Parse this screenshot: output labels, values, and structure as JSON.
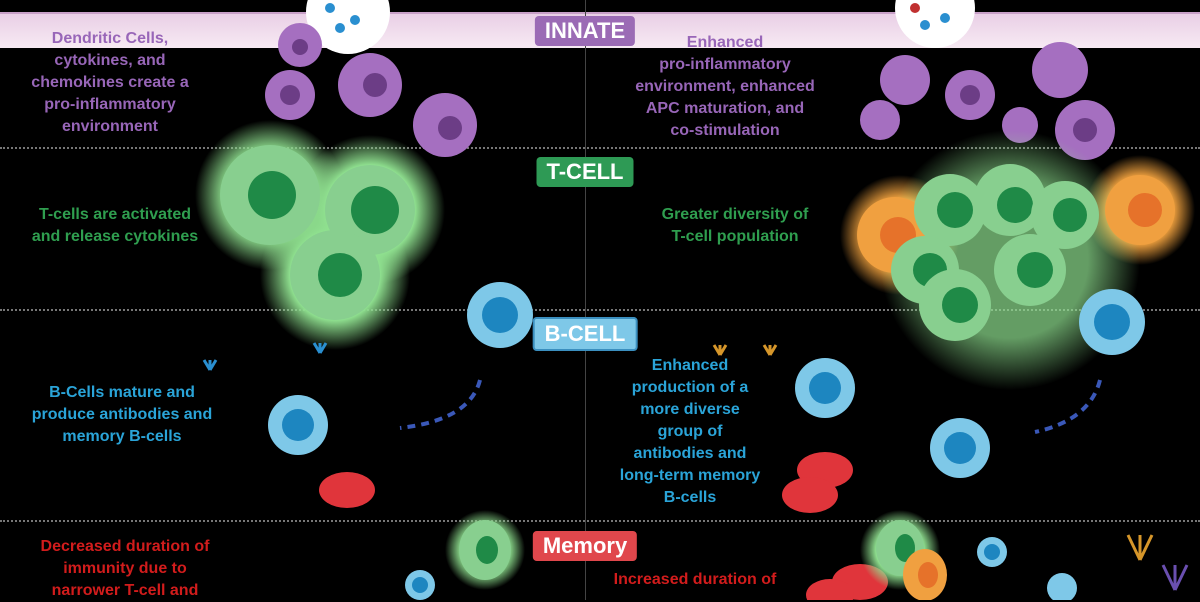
{
  "sections": {
    "innate": {
      "label": "INNATE",
      "color": "#9b6bb5",
      "left_text": [
        "Dendritic Cells,",
        "cytokines, and",
        "chemokines create a",
        "pro-inflammatory",
        "environment"
      ],
      "right_text": [
        "Enhanced",
        "pro-inflammatory",
        "environment, enhanced",
        "APC maturation, and",
        "co-stimulation"
      ]
    },
    "tcell": {
      "label": "T-CELL",
      "color": "#2e9a55",
      "left_text": [
        "T-cells are activated",
        "and release cytokines"
      ],
      "right_text": [
        "Greater diversity of",
        "T-cell population"
      ]
    },
    "bcell": {
      "label": "B-CELL",
      "color": "#7ec8e8",
      "left_text": [
        "B-Cells mature and",
        "produce antibodies and",
        "memory B-cells"
      ],
      "right_text": [
        "Enhanced",
        "production of a",
        "more diverse",
        "group of",
        "antibodies and",
        "long-term memory",
        "B-cells"
      ]
    },
    "memory": {
      "label": "Memory",
      "color": "#e0474c",
      "left_text": [
        "Decreased duration of",
        "immunity due to",
        "narrower T-cell and"
      ],
      "right_text": [
        "Increased duration of"
      ]
    }
  }
}
